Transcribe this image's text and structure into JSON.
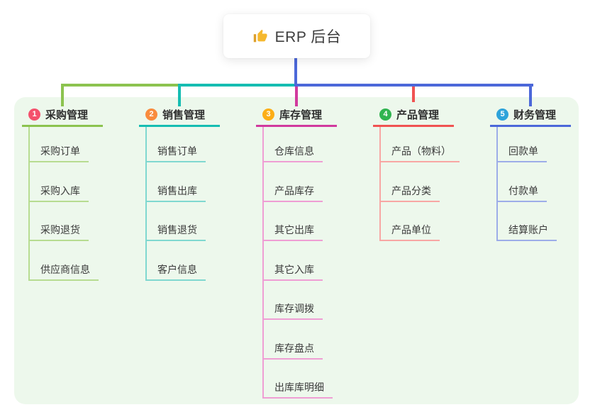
{
  "root": {
    "label": "ERP 后台",
    "icon": "thumbs-up-icon"
  },
  "branches": [
    {
      "num": "1",
      "title": "采购管理",
      "badge_color": "#f4516c",
      "line_color": "#8cc34f",
      "light_color": "#b7dc91",
      "children": [
        "采购订单",
        "采购入库",
        "采购退货",
        "供应商信息"
      ]
    },
    {
      "num": "2",
      "title": "销售管理",
      "badge_color": "#f98b3d",
      "line_color": "#16bdb2",
      "light_color": "#80d8d0",
      "children": [
        "销售订单",
        "销售出库",
        "销售退货",
        "客户信息"
      ]
    },
    {
      "num": "3",
      "title": "库存管理",
      "badge_color": "#fcae16",
      "line_color": "#d13a9e",
      "light_color": "#ef9ed4",
      "children": [
        "仓库信息",
        "产品库存",
        "其它出库",
        "其它入库",
        "库存调拨",
        "库存盘点",
        "出库库明细"
      ]
    },
    {
      "num": "4",
      "title": "产品管理",
      "badge_color": "#30b450",
      "line_color": "#f05352",
      "light_color": "#f8a7a4",
      "children": [
        "产品（物料）",
        "产品分类",
        "产品单位"
      ]
    },
    {
      "num": "5",
      "title": "财务管理",
      "badge_color": "#2ea3da",
      "line_color": "#4c68d9",
      "light_color": "#9dade8",
      "children": [
        "回款单",
        "付款单",
        "结算账户"
      ]
    }
  ],
  "colors": {
    "canvas_bg": "#ffffff",
    "panel_bg": "#edf8ec",
    "root_line": "#4c68d9",
    "title_text": "#2f2f2f",
    "child_text": "#3a3a3a"
  }
}
